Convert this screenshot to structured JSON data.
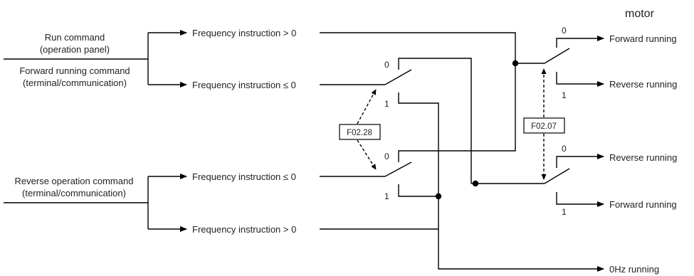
{
  "diagram": {
    "header": "motor",
    "inputs": {
      "run_command": "Run command",
      "run_command_sub": "(operation panel)",
      "forward_command": "Forward running command",
      "forward_command_sub": "(terminal/communication)",
      "reverse_command": "Reverse operation command",
      "reverse_command_sub": "(terminal/communication)"
    },
    "conditions": {
      "top_gt": "Frequency instruction > 0",
      "top_le": "Frequency instruction ≤ 0",
      "bottom_le": "Frequency instruction ≤ 0",
      "bottom_gt": "Frequency instruction > 0"
    },
    "parameters": {
      "selector_left": "F02.28",
      "selector_right": "F02.07"
    },
    "switch_positions": {
      "s1_zero": "0",
      "s1_one": "1",
      "s2_zero": "0",
      "s2_one": "1",
      "s3_zero": "0",
      "s3_one": "1",
      "s4_zero": "0",
      "s4_one": "1"
    },
    "outputs": {
      "upper_forward": "Forward running",
      "upper_reverse": "Reverse running",
      "lower_reverse": "Reverse running",
      "lower_forward": "Forward running",
      "zero_hz": "0Hz running"
    }
  }
}
